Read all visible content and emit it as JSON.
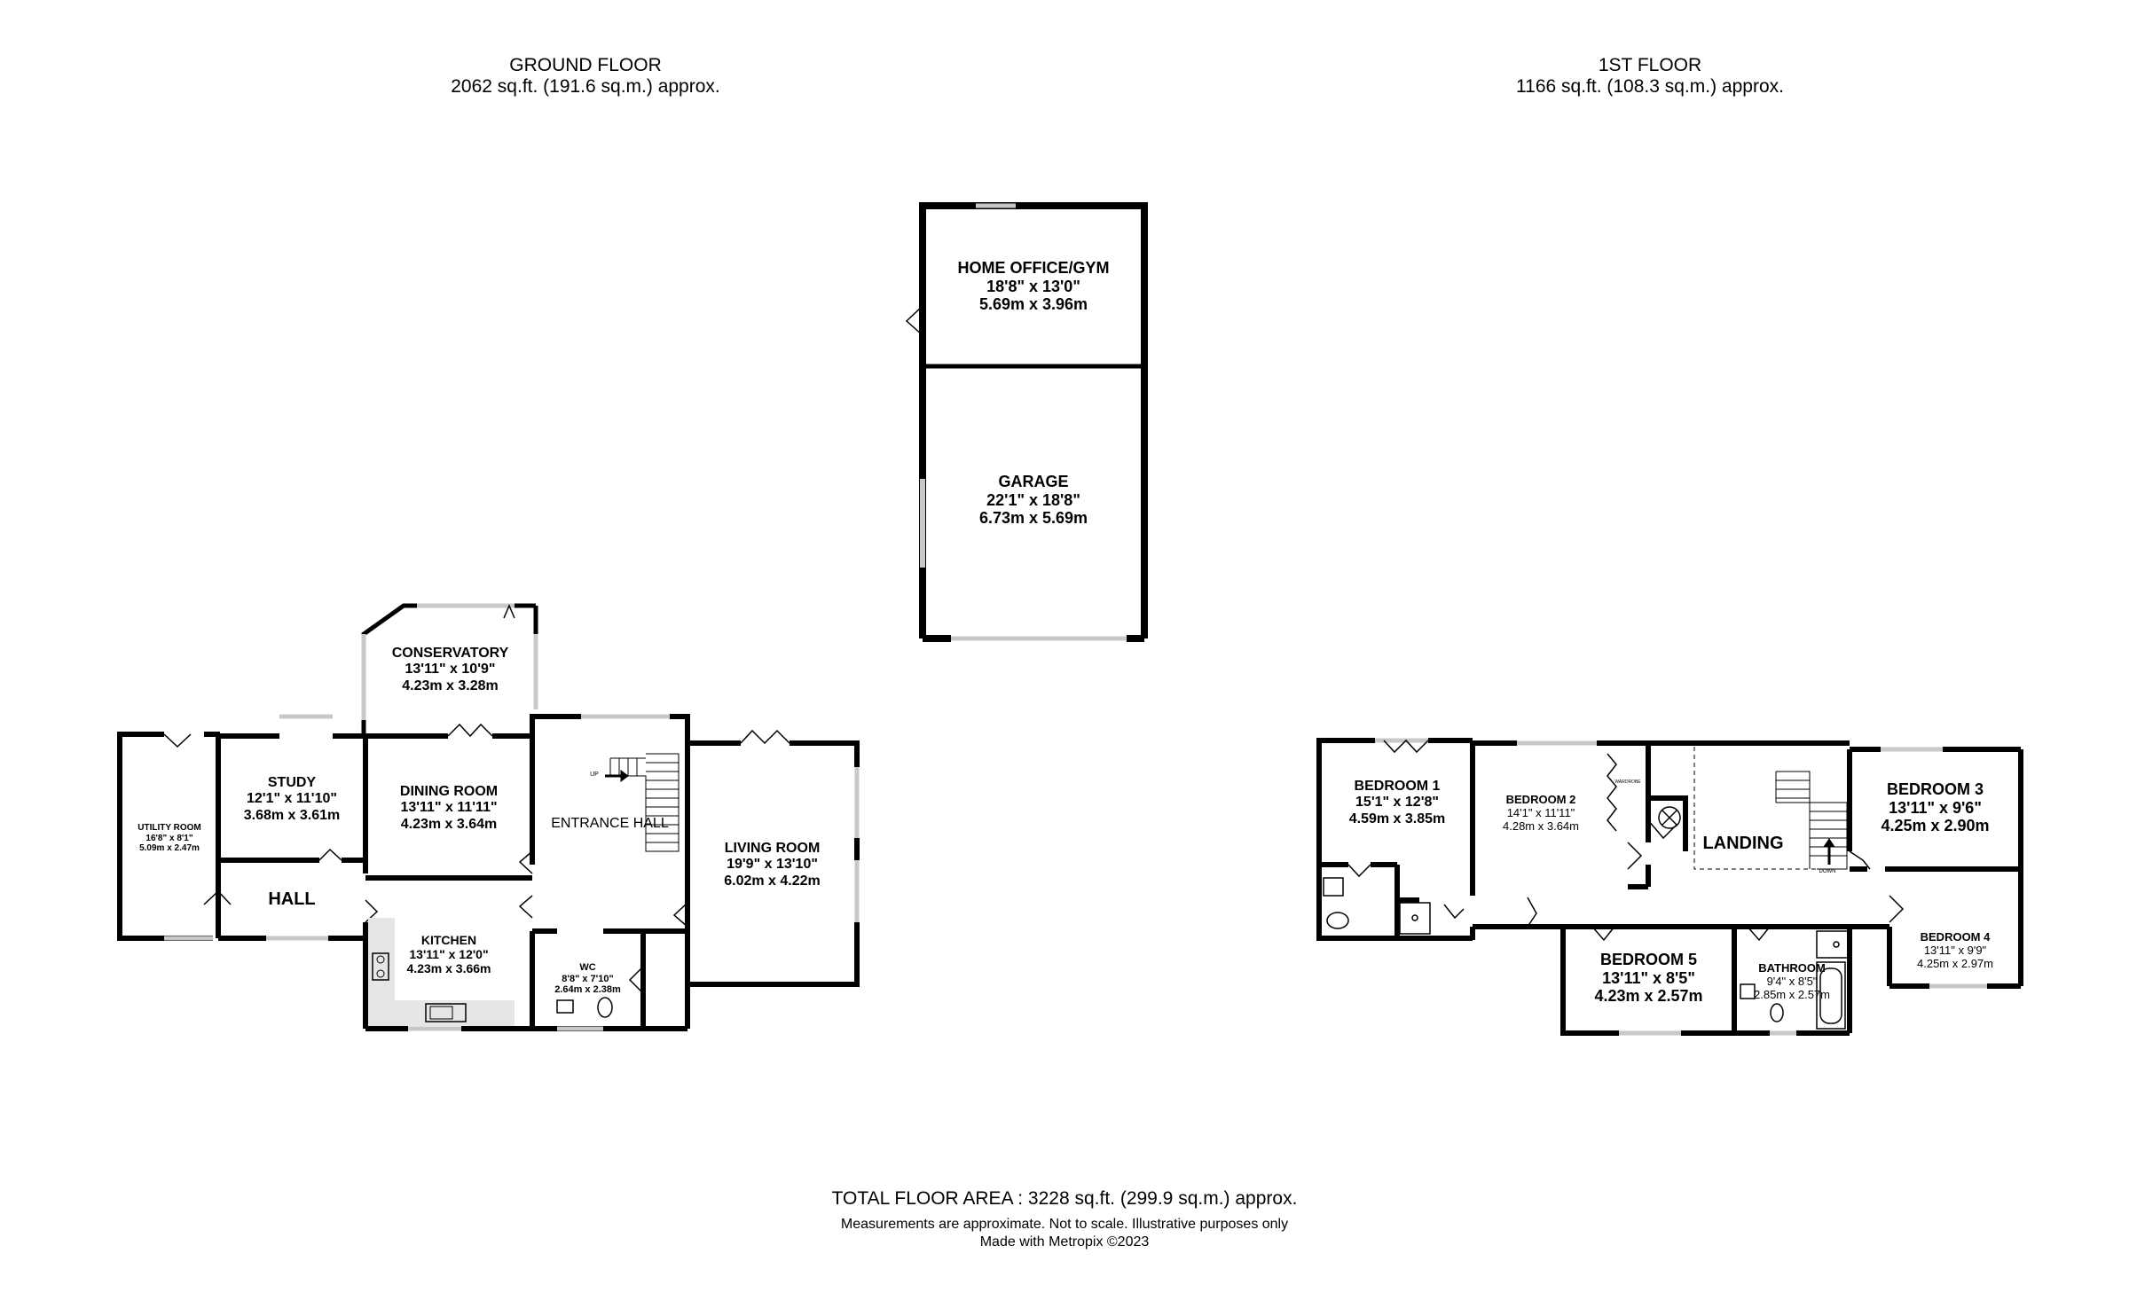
{
  "ground_floor": {
    "title": "GROUND FLOOR",
    "area": "2062 sq.ft. (191.6 sq.m.) approx.",
    "rooms": {
      "home_office": {
        "name": "HOME OFFICE/GYM",
        "imperial": "18'8\"  x 13'0\"",
        "metric": "5.69m  x 3.96m"
      },
      "garage": {
        "name": "GARAGE",
        "imperial": "22'1\"  x 18'8\"",
        "metric": "6.73m  x 5.69m"
      },
      "conservatory": {
        "name": "CONSERVATORY",
        "imperial": "13'11\"  x 10'9\"",
        "metric": "4.23m  x 3.28m"
      },
      "study": {
        "name": "STUDY",
        "imperial": "12'1\"  x 11'10\"",
        "metric": "3.68m  x 3.61m"
      },
      "dining_room": {
        "name": "DINING ROOM",
        "imperial": "13'11\"  x 11'11\"",
        "metric": "4.23m  x 3.64m"
      },
      "utility_room": {
        "name": "UTILITY ROOM",
        "imperial": "16'8\"  x 8'1\"",
        "metric": "5.09m  x 2.47m"
      },
      "hall": {
        "name": "HALL"
      },
      "entrance_hall": {
        "name": "ENTRANCE HALL"
      },
      "living_room": {
        "name": "LIVING ROOM",
        "imperial": "19'9\"  x 13'10\"",
        "metric": "6.02m  x 4.22m"
      },
      "kitchen": {
        "name": "KITCHEN",
        "imperial": "13'11\"  x 12'0\"",
        "metric": "4.23m  x 3.66m"
      },
      "wc": {
        "name": "WC",
        "imperial": "8'8\"  x 7'10\"",
        "metric": "2.64m  x 2.38m"
      }
    },
    "stair_label": "UP"
  },
  "first_floor": {
    "title": "1ST FLOOR",
    "area": "1166 sq.ft. (108.3 sq.m.) approx.",
    "rooms": {
      "bedroom1": {
        "name": "BEDROOM 1",
        "imperial": "15'1\"  x 12'8\"",
        "metric": "4.59m  x 3.85m"
      },
      "bedroom2": {
        "name": "BEDROOM 2",
        "imperial": "14'1\"  x 11'11\"",
        "metric": "4.28m  x 3.64m"
      },
      "landing": {
        "name": "LANDING"
      },
      "bedroom3": {
        "name": "BEDROOM 3",
        "imperial": "13'11\"  x 9'6\"",
        "metric": "4.25m  x 2.90m"
      },
      "bedroom4": {
        "name": "BEDROOM 4",
        "imperial": "13'11\"  x 9'9\"",
        "metric": "4.25m  x 2.97m"
      },
      "bedroom5": {
        "name": "BEDROOM 5",
        "imperial": "13'11\"  x 8'5\"",
        "metric": "4.23m  x 2.57m"
      },
      "bathroom": {
        "name": "BATHROOM",
        "imperial": "9'4\"  x 8'5\"",
        "metric": "2.85m  x 2.57m"
      }
    },
    "stair_label": "DOWN",
    "wardrobe_label": "WARDROBE"
  },
  "footer": {
    "total": "TOTAL FLOOR AREA : 3228 sq.ft. (299.9 sq.m.) approx.",
    "disclaimer": "Measurements are approximate.  Not to scale.  Illustrative purposes only",
    "credit": "Made with Metropix ©2023"
  },
  "colors": {
    "wall": "#000000",
    "window": "#c8c8c8",
    "kitchen_counter": "#e6e6e6"
  }
}
